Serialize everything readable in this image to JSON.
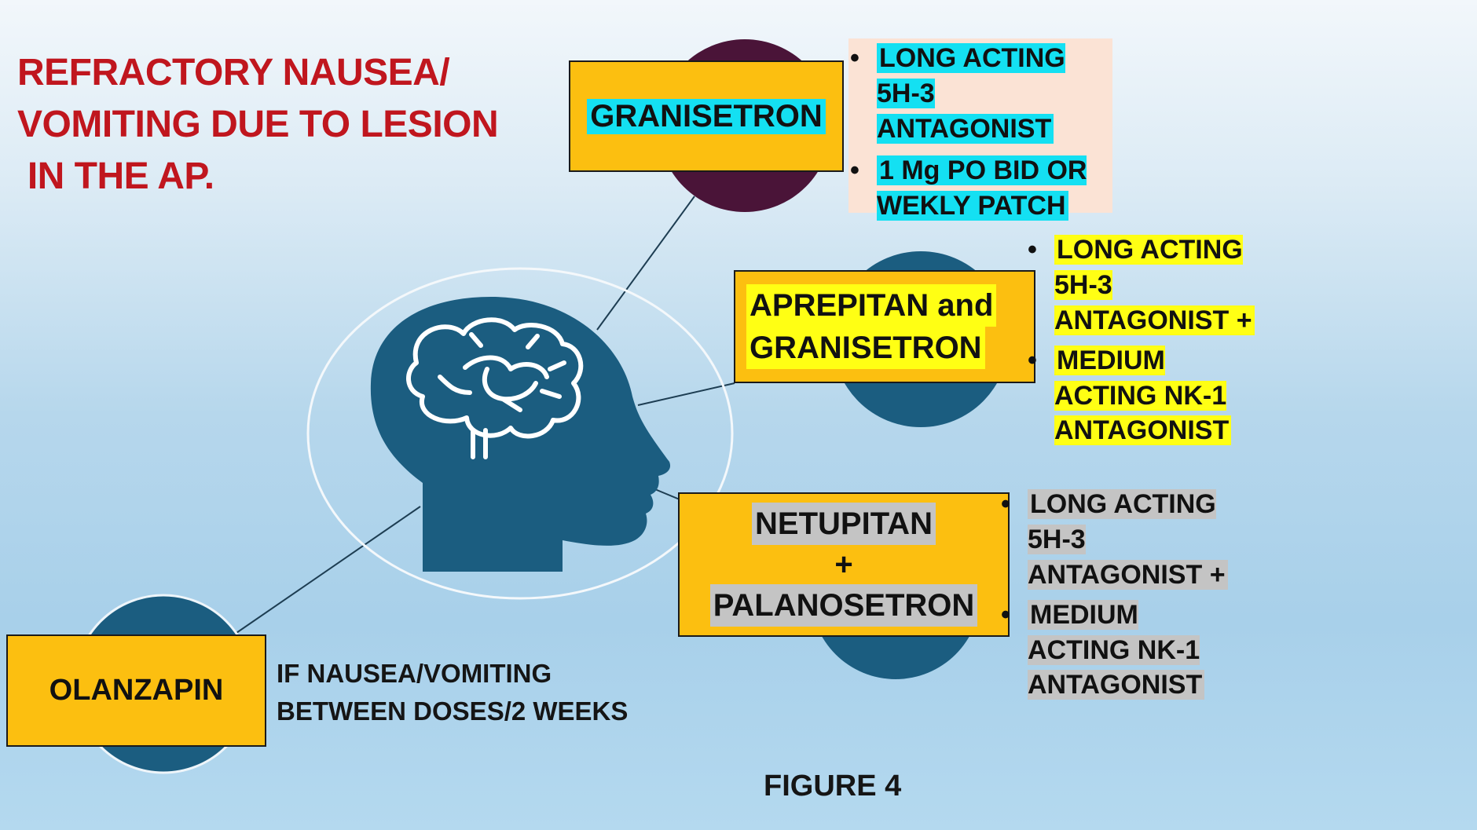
{
  "title": {
    "lines": [
      "REFRACTORY NAUSEA/",
      "VOMITING DUE TO LESION",
      " IN THE AP."
    ],
    "color": "#c0161e"
  },
  "center_icon": "head-with-brain-icon",
  "colors": {
    "box_fill": "#fcbf10",
    "circle_dark_purple": "#4a1438",
    "circle_teal": "#1b5d80",
    "highlight_cyan": "#14e0f2",
    "highlight_yellow": "#ffff14",
    "highlight_grey": "#c4c4c4"
  },
  "nodes": {
    "granisetron": {
      "label": "GRANISETRON",
      "notes": [
        "LONG ACTING 5H-3 ANTAGONIST",
        "1 Mg PO BID OR WEKLY PATCH"
      ]
    },
    "aprepitan": {
      "label_lines": [
        "APREPITAN and",
        "GRANISETRON"
      ],
      "notes": [
        "LONG ACTING 5H-3 ANTAGONIST +",
        "MEDIUM ACTING NK-1 ANTAGONIST"
      ]
    },
    "netupitan": {
      "label_lines": [
        "NETUPITAN",
        "+",
        "PALANOSETRON"
      ],
      "notes": [
        "LONG ACTING 5H-3 ANTAGONIST +",
        "MEDIUM ACTING NK-1 ANTAGONIST"
      ]
    },
    "olanzapin": {
      "label": "OLANZAPIN",
      "note_lines": [
        "IF NAUSEA/VOMITING",
        "BETWEEN DOSES/2 WEEKS"
      ]
    }
  },
  "figure_caption": "FIGURE 4"
}
